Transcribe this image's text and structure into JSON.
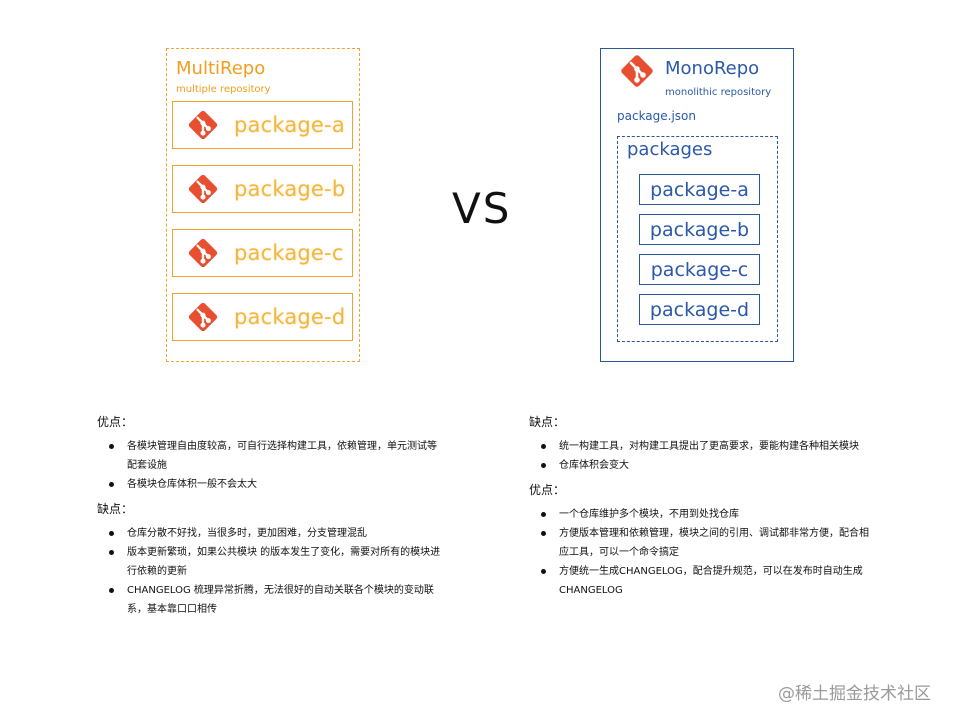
{
  "multi": {
    "title": "MultiRepo",
    "subtitle": "multiple repository",
    "packages": [
      "package-a",
      "package-b",
      "package-c",
      "package-d"
    ]
  },
  "vs": "VS",
  "mono": {
    "title": "MonoRepo",
    "subtitle": "monolithic repository",
    "package_json": "package.json",
    "packages_label": "packages",
    "packages": [
      "package-a",
      "package-b",
      "package-c",
      "package-d"
    ]
  },
  "left": {
    "pros_title": "优点：",
    "pros": [
      "各模块管理自由度较高，可自行选择构建工具，依赖管理，单元测试等配套设施",
      "各模块仓库体积一般不会太大"
    ],
    "cons_title": "缺点：",
    "cons": [
      "仓库分散不好找，当很多时，更加困难，分支管理混乱",
      "版本更新繁琐，如果公共模块 的版本发生了变化，需要对所有的模块进行依赖的更新",
      "CHANGELOG 梳理异常折腾，无法很好的自动关联各个模块的变动联系，基本靠口口相传"
    ]
  },
  "right": {
    "cons_title": "缺点：",
    "cons": [
      "统一构建工具，对构建工具提出了更高要求，要能构建各种相关模块",
      "仓库体积会变大"
    ],
    "pros_title": "优点：",
    "pros": [
      "一个仓库维护多个模块，不用到处找仓库",
      "方便版本管理和依赖管理，模块之间的引用、调试都非常方便，配合相应工具，可以一个命令搞定",
      "方便统一生成CHANGELOG，配合提升规范，可以在发布时自动生成CHANGELOG"
    ]
  },
  "watermark": "@稀土掘金技术社区",
  "colors": {
    "orange": "#f4a12e",
    "blue": "#2b5699",
    "git_red": "#e84e30"
  },
  "icons": {
    "repo": "git-icon"
  }
}
